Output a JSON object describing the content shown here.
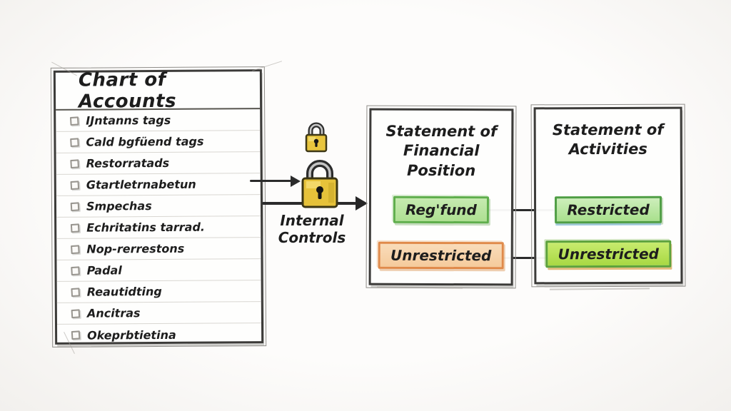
{
  "chart_of_accounts": {
    "title": "Chart of Accounts",
    "items": [
      "IJntanns tags",
      "Cald bgfüend tags",
      "Restorratads",
      "Gtartletrnabetun",
      "Smpechas",
      "Echritatins tarrad.",
      "Nop-rerrestons",
      "Padal",
      "Reautidting",
      "Ancitras",
      "Okeprbtietina"
    ]
  },
  "internal_controls": {
    "lines": [
      "Internal",
      "Controls"
    ],
    "icons": [
      "padlock-icon-small",
      "padlock-icon-large"
    ]
  },
  "statement_of_financial_position": {
    "title_lines": [
      "Statement of",
      "Financial",
      "Position"
    ],
    "badges": [
      {
        "label": "Reg'fund",
        "fill": "#b5e49c",
        "border": "#5fae4c"
      },
      {
        "label": "Unrestricted",
        "fill": "#f6cfa3",
        "border": "#e08a4a"
      }
    ]
  },
  "statement_of_activities": {
    "title_lines": [
      "Statement of",
      "Activities"
    ],
    "badges": [
      {
        "label": "Restricted",
        "fill": "#b0e295",
        "border": "#4f9e44"
      },
      {
        "label": "Unrestricted",
        "fill": "#b3de4e",
        "border": "#5da23b"
      }
    ]
  },
  "colors": {
    "ink": "#1d1d1d",
    "sketch_line": "#3c3b39",
    "paper": "#fefefd",
    "rule_line": "#d9d7d2",
    "lock_gold": "#e8c53e",
    "lock_shackle": "#4a4a4a"
  }
}
